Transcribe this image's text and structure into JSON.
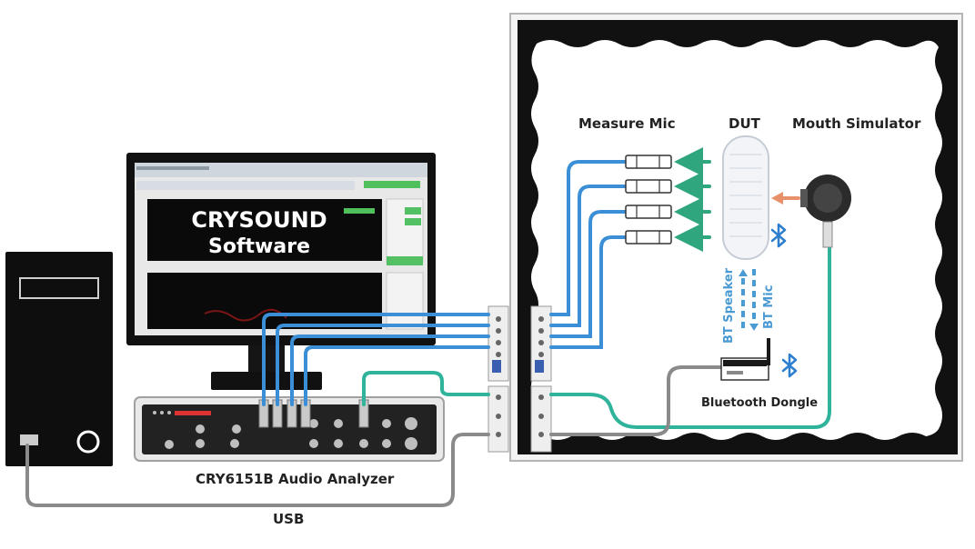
{
  "labels": {
    "measure_mic": "Measure Mic",
    "dut": "DUT",
    "mouth_simulator": "Mouth Simulator",
    "bt_speaker": "BT Speaker",
    "bt_mic": "BT Mic",
    "bluetooth_dongle": "Bluetooth Dongle",
    "analyzer": "CRY6151B Audio Analyzer",
    "usb": "USB"
  },
  "monitor": {
    "brand_line1": "CRYSOUND",
    "brand_line2": "Software"
  },
  "colors": {
    "cable_blue": "#3a8fd6",
    "cable_green": "#2fb39a",
    "cable_gray": "#8a8a8a",
    "arrow_green": "#2fa67e",
    "arrow_orange": "#e8906a",
    "bluetooth": "#2f7fd0",
    "label_blue": "#4a9ad4"
  },
  "icons": [
    "bluetooth-icon",
    "speaker-arrow-icon",
    "mic-arrow-icon"
  ]
}
